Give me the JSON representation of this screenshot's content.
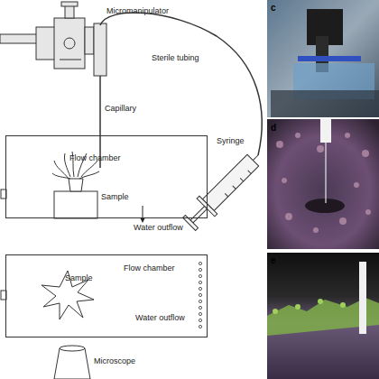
{
  "diagram": {
    "nodes": [
      {
        "text": [
          "Flow chamber"
        ]
      },
      {
        "text": [
          "Flow chamber"
        ]
      }
    ],
    "labels": [
      "Micromanipulator",
      "Sterile tubing",
      "Capillary",
      "Syringe",
      "Sample",
      "Water outflow",
      "Sample",
      "Water outflow",
      "Microscope",
      "c",
      "d",
      "e"
    ]
  }
}
